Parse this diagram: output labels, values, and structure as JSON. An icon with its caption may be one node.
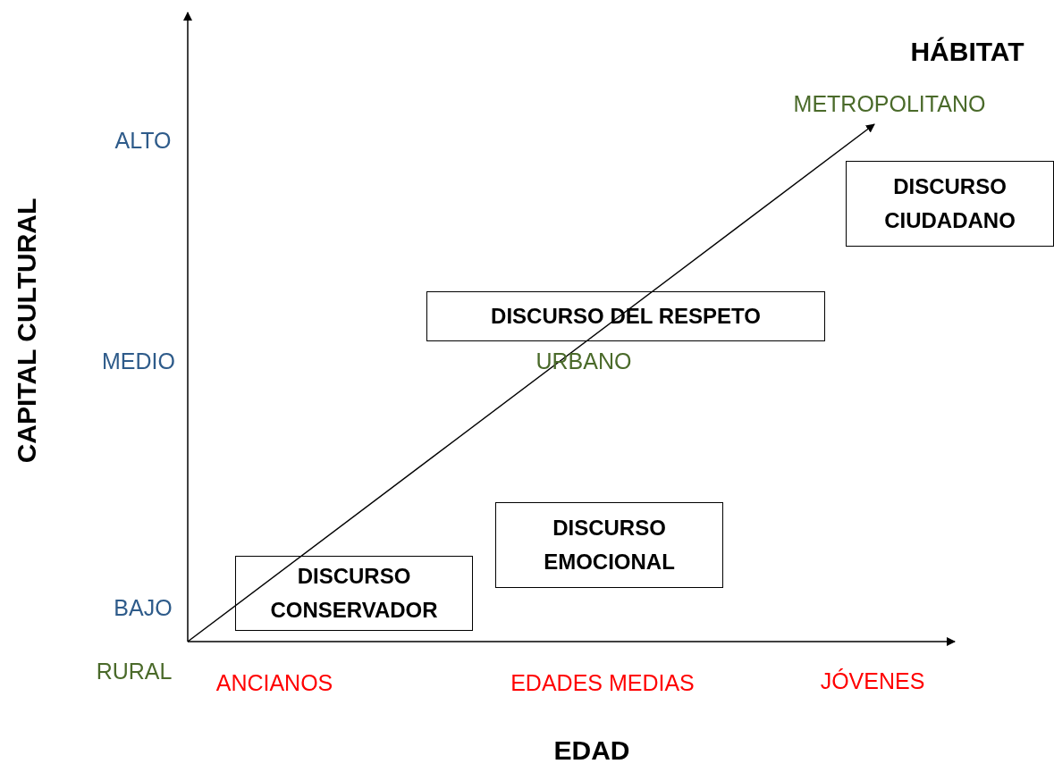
{
  "diagram": {
    "nodes": [
      {
        "text": [
          "DISCURSO CIUDADANO"
        ]
      },
      {
        "text": [
          "DISCURSO DEL RESPETO"
        ]
      },
      {
        "text": [
          "DISCURSO EMOCIONAL"
        ]
      },
      {
        "text": [
          "DISCURSO CONSERVADOR"
        ]
      }
    ],
    "labels": [
      "HÁBITAT",
      "METROPOLITANO",
      "ALTO",
      "CAPITAL CULTURAL",
      "MEDIO",
      "URBANO",
      "BAJO",
      "RURAL",
      "ANCIANOS",
      "EDADES MEDIAS",
      "JÓVENES",
      "EDAD"
    ]
  }
}
